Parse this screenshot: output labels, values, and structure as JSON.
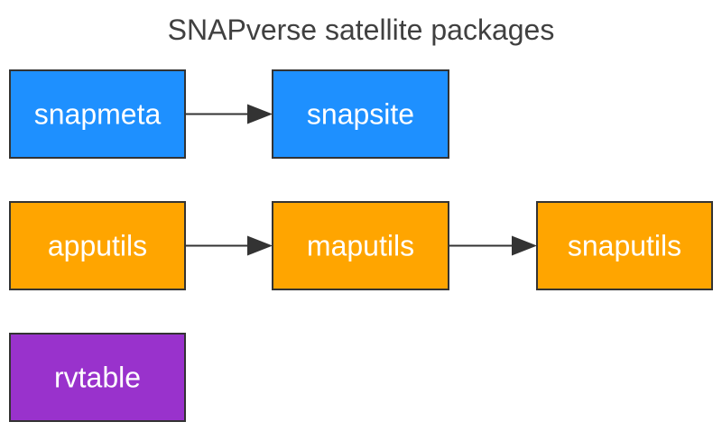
{
  "title": "SNAPverse satellite packages",
  "colors": {
    "blue": "#1e90ff",
    "orange": "#ffa500",
    "purple": "#9932cc",
    "stroke": "#333333",
    "label": "#ffffff"
  },
  "nodes": [
    {
      "id": "snapmeta",
      "label": "snapmeta",
      "color": "blue"
    },
    {
      "id": "snapsite",
      "label": "snapsite",
      "color": "blue"
    },
    {
      "id": "apputils",
      "label": "apputils",
      "color": "orange"
    },
    {
      "id": "maputils",
      "label": "maputils",
      "color": "orange"
    },
    {
      "id": "snaputils",
      "label": "snaputils",
      "color": "orange"
    },
    {
      "id": "rvtable",
      "label": "rvtable",
      "color": "purple"
    }
  ],
  "edges": [
    {
      "from": "snapmeta",
      "to": "snapsite"
    },
    {
      "from": "apputils",
      "to": "maputils"
    },
    {
      "from": "maputils",
      "to": "snaputils"
    }
  ]
}
